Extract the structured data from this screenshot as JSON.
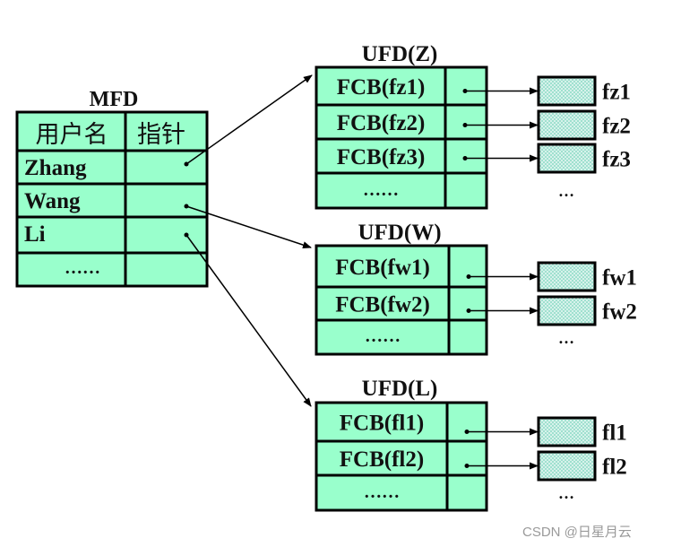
{
  "colors": {
    "table_fill": "#99FFCC",
    "border": "#000000",
    "file_fill": "#a8e6d6",
    "file_dot": "#ffffff"
  },
  "mfd": {
    "title": "MFD",
    "header": [
      "用户名",
      "指针"
    ],
    "rows": [
      "Zhang",
      "Wang",
      "Li",
      "……"
    ]
  },
  "ufds": [
    {
      "title": "UFD(Z)",
      "rows": [
        "FCB(fz1)",
        "FCB(fz2)",
        "FCB(fz3)",
        "……"
      ],
      "files": [
        "fz1",
        "fz2",
        "fz3"
      ],
      "more": "…"
    },
    {
      "title": "UFD(W)",
      "rows": [
        "FCB(fw1)",
        "FCB(fw2)",
        "……"
      ],
      "files": [
        "fw1",
        "fw2"
      ],
      "more": "…"
    },
    {
      "title": "UFD(L)",
      "rows": [
        "FCB(fl1)",
        "FCB(fl2)",
        "……"
      ],
      "files": [
        "fl1",
        "fl2"
      ],
      "more": "…"
    }
  ],
  "watermark": "CSDN @日星月云"
}
